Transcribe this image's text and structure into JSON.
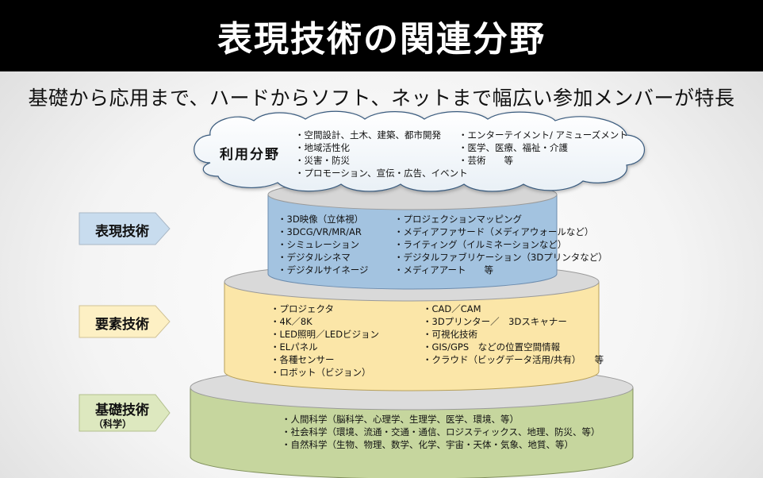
{
  "title": "表現技術の関連分野",
  "subtitle": "基礎から応用まで、ハードからソフト、ネットまで幅広い参加メンバーが特長",
  "cloud": {
    "title": "利用分野",
    "col1": [
      "・空間設計、土木、建築、都市開発",
      "・地域活性化",
      "・災害・防災",
      "・プロモーション、宣伝・広告、イベント"
    ],
    "col2": [
      "・エンターテイメント/ アミューズメント",
      "・医学、医療、福祉・介護",
      "・芸術　　等"
    ]
  },
  "layers": {
    "expression": {
      "label": "表現技術",
      "color": "#a3c3e0",
      "col1": [
        "・3D映像（立体視）",
        "・3DCG/VR/MR/AR",
        "・シミュレーション",
        "・デジタルシネマ",
        "・デジタルサイネージ"
      ],
      "col2": [
        "・プロジェクションマッピング",
        "・メディアファサード（メディアウォールなど）",
        "・ライティング（イルミネーションなど）",
        "・デジタルファブリケーション（3Dプリンタなど）",
        "・メディアアート　　等"
      ]
    },
    "element": {
      "label": "要素技術",
      "color": "#fbe6a8",
      "col1": [
        "・プロジェクタ",
        "・4K／8K",
        "・LED照明／LEDビジョン",
        "・ELパネル",
        "・各種センサー",
        "・ロボット（ビジョン）"
      ],
      "col2": [
        "・CAD／CAM",
        "・3Dプリンター／　3Dスキャナー",
        "・可視化技術",
        "・GIS/GPS　などの位置空間情報",
        "・クラウド（ビッグデータ活用/共有）　　等"
      ]
    },
    "basic": {
      "label": "基礎技術",
      "sublabel": "（科学）",
      "color": "#c6d69e",
      "items": [
        "・人間科学（脳科学、心理学、生理学、医学、環境、等）",
        "・社会科学（環境、流通・交通・通信、ロジスティックス、地理、防災、等）",
        "・自然科学（生物、物理、数学、化学、宇宙・天体・気象、地質、等）"
      ]
    }
  }
}
